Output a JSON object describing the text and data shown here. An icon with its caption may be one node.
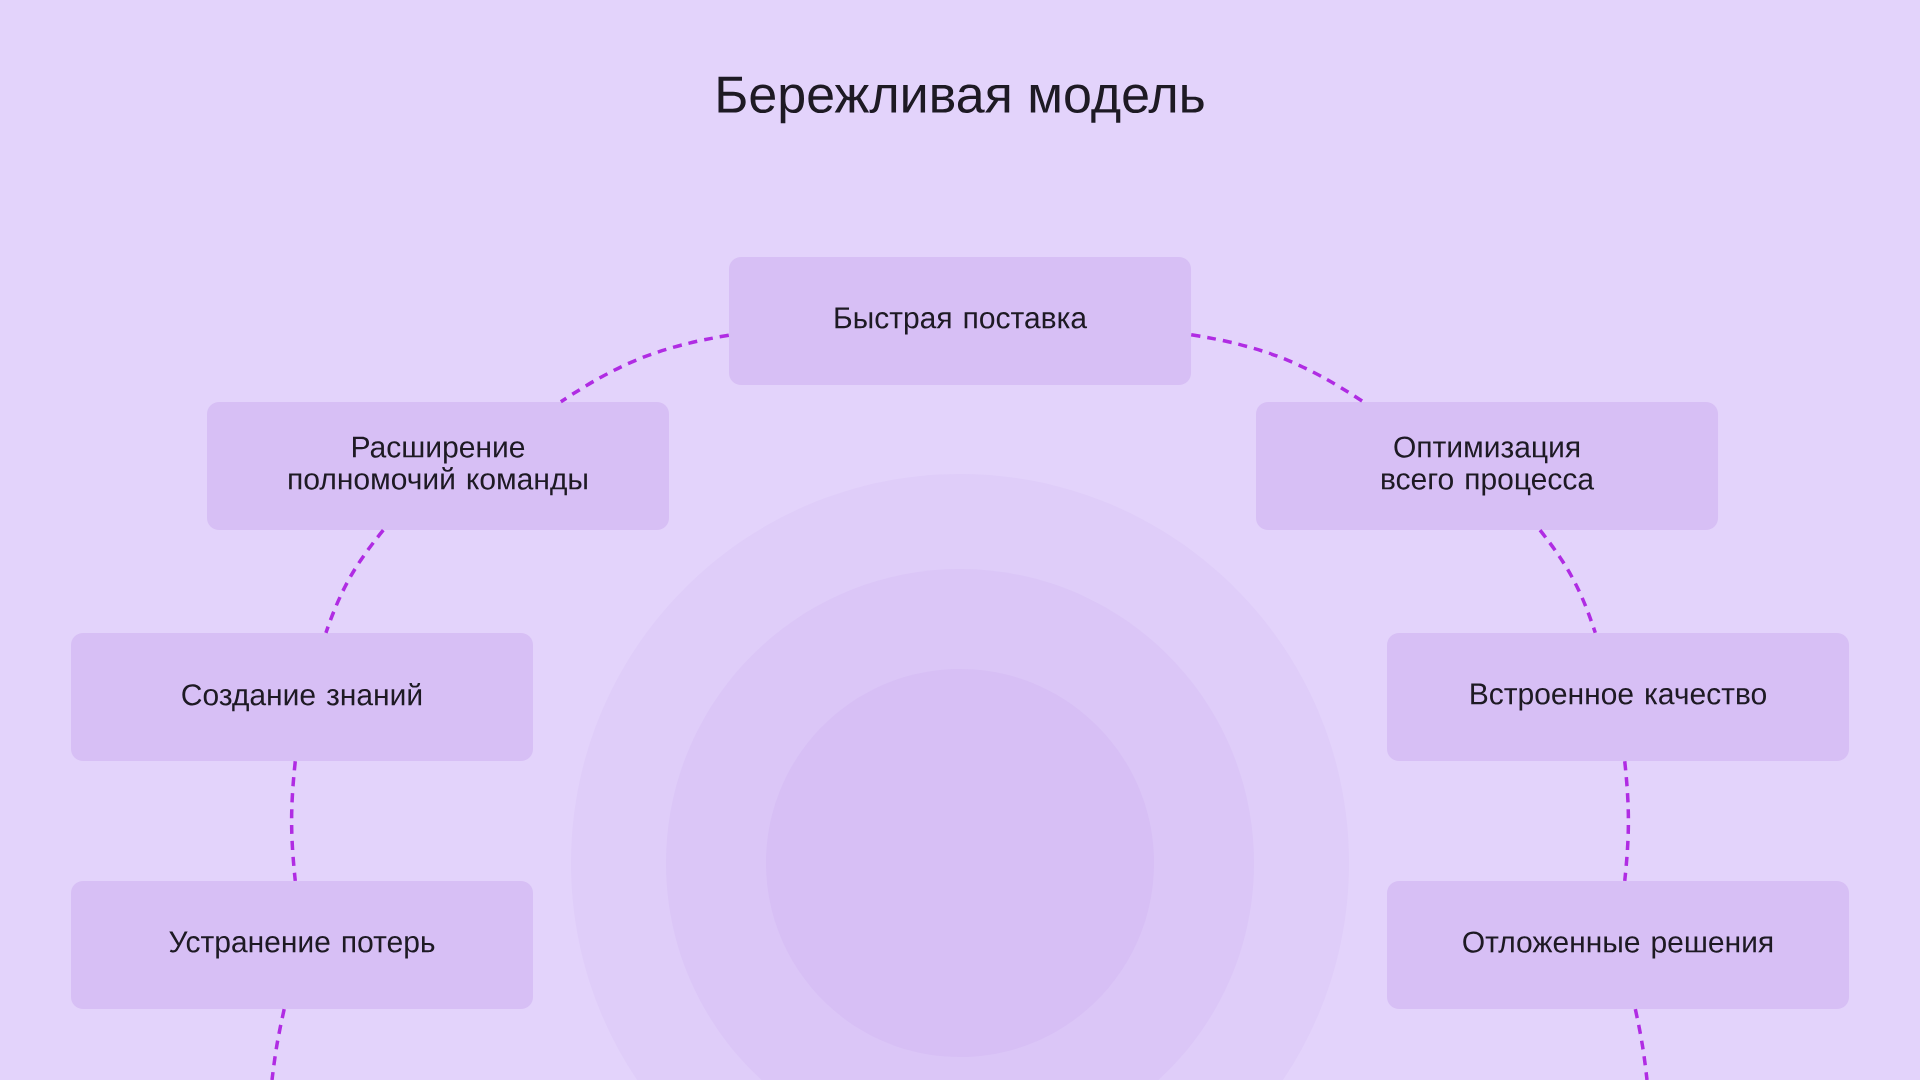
{
  "diagram": {
    "title": "Бережливая модель",
    "nodes": [
      {
        "text": [
          "Быстрая поставка"
        ]
      },
      {
        "text": [
          "Расширение полномочий команды"
        ]
      },
      {
        "text": [
          "Оптимизация всего процесса"
        ]
      },
      {
        "text": [
          "Создание знаний"
        ]
      },
      {
        "text": [
          "Встроенное качество"
        ]
      },
      {
        "text": [
          "Устранение потерь"
        ]
      },
      {
        "text": [
          "Отложенные решения"
        ]
      }
    ],
    "edges": [
      {
        "from": 0,
        "to": 1,
        "arrow": "none",
        "style": "dashed"
      },
      {
        "from": 0,
        "to": 2,
        "arrow": "none",
        "style": "dashed"
      },
      {
        "from": 1,
        "to": 3,
        "arrow": "none",
        "style": "dashed"
      },
      {
        "from": 2,
        "to": 4,
        "arrow": "none",
        "style": "dashed"
      },
      {
        "from": 3,
        "to": 5,
        "arrow": "none",
        "style": "dashed"
      },
      {
        "from": 4,
        "to": 6,
        "arrow": "none",
        "style": "dashed"
      },
      {
        "from": 5,
        "to": null,
        "arrow": "none",
        "style": "dashed"
      },
      {
        "from": 6,
        "to": null,
        "arrow": "none",
        "style": "dashed"
      }
    ]
  }
}
